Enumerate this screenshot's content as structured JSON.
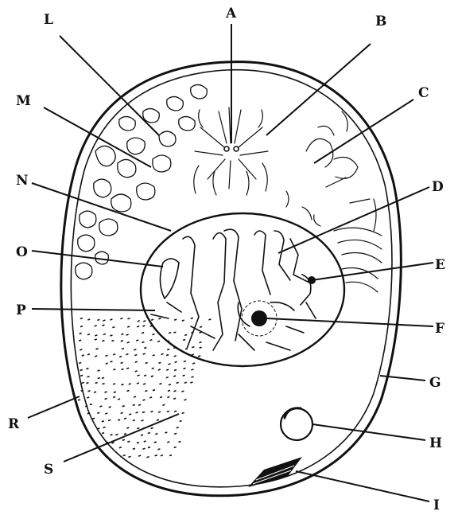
{
  "labels": {
    "A": "A",
    "B": "B",
    "C": "C",
    "D": "D",
    "E": "E",
    "F": "F",
    "G": "G",
    "H": "H",
    "I": "I",
    "L": "L",
    "M": "M",
    "N": "N",
    "O": "O",
    "P": "P",
    "R": "R",
    "S": "S"
  },
  "colors": {
    "ink": "#111111",
    "background": "#ffffff"
  }
}
